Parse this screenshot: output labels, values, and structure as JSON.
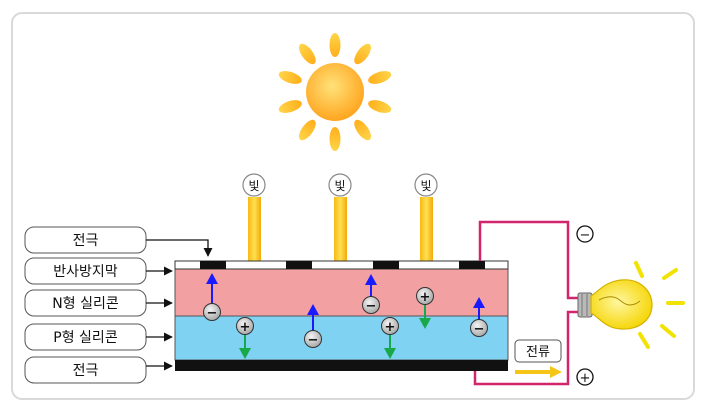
{
  "light": {
    "label": "빛"
  },
  "layers": {
    "electrode_top": "전극",
    "anti_reflection": "반사방지막",
    "n_type": "N형 실리콘",
    "p_type": "P형 실리콘",
    "electrode_bottom": "전극"
  },
  "current": {
    "label": "전류"
  },
  "terminals": {
    "negative": "−",
    "positive": "+"
  },
  "charges": {
    "electron": "−",
    "hole": "+"
  },
  "colors": {
    "n_layer": "#f2a0a2",
    "p_layer": "#7fd2f2",
    "wire": "#d1266b",
    "sun": "#ffb323",
    "light_arrow": "#f5c518",
    "electron_arrow": "#1a1aff",
    "hole_arrow": "#18a84a"
  },
  "icons": {
    "sun": "sun-icon",
    "bulb": "light-bulb-icon"
  }
}
